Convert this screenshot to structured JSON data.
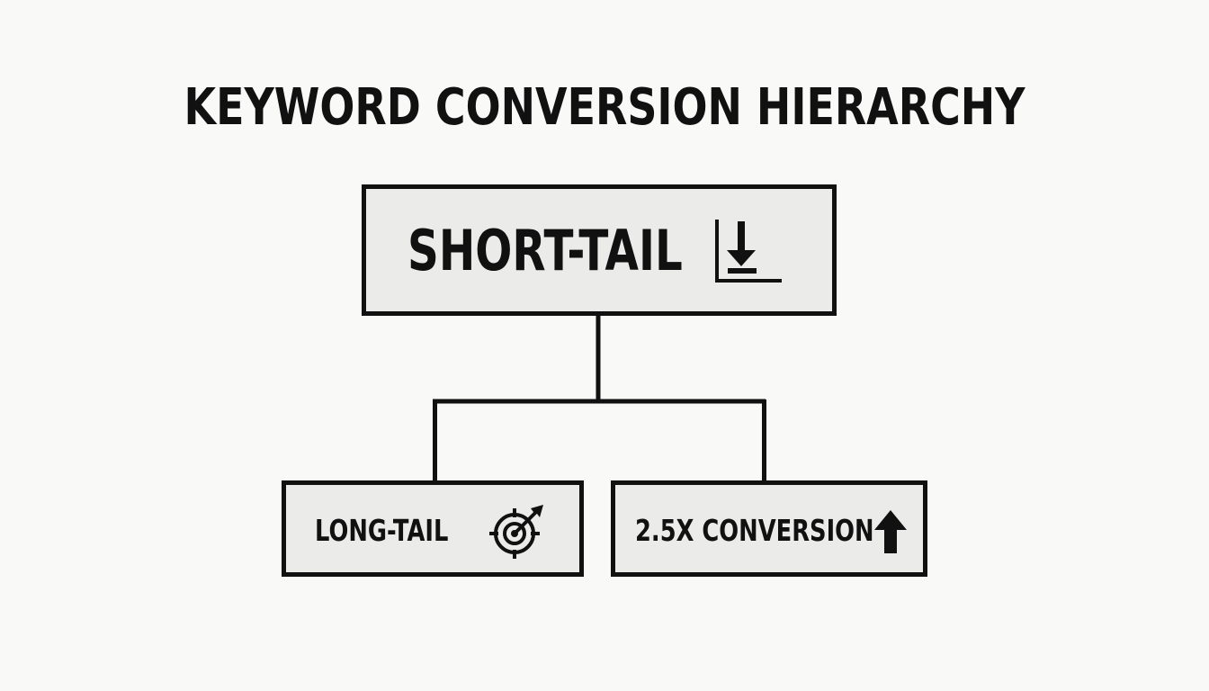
{
  "diagram": {
    "title": "KEYWORD CONVERSION HIERARCHY",
    "root": {
      "label": "SHORT-TAIL",
      "icon": "arrow-down-to-baseline-icon"
    },
    "children": [
      {
        "label": "LONG-TAIL",
        "icon": "target-icon"
      },
      {
        "label": "2.5X CONVERSION",
        "icon": "arrow-up-icon"
      }
    ],
    "colors": {
      "background": "#f9f9f8",
      "box_fill": "#ebebea",
      "stroke": "#111111"
    }
  }
}
